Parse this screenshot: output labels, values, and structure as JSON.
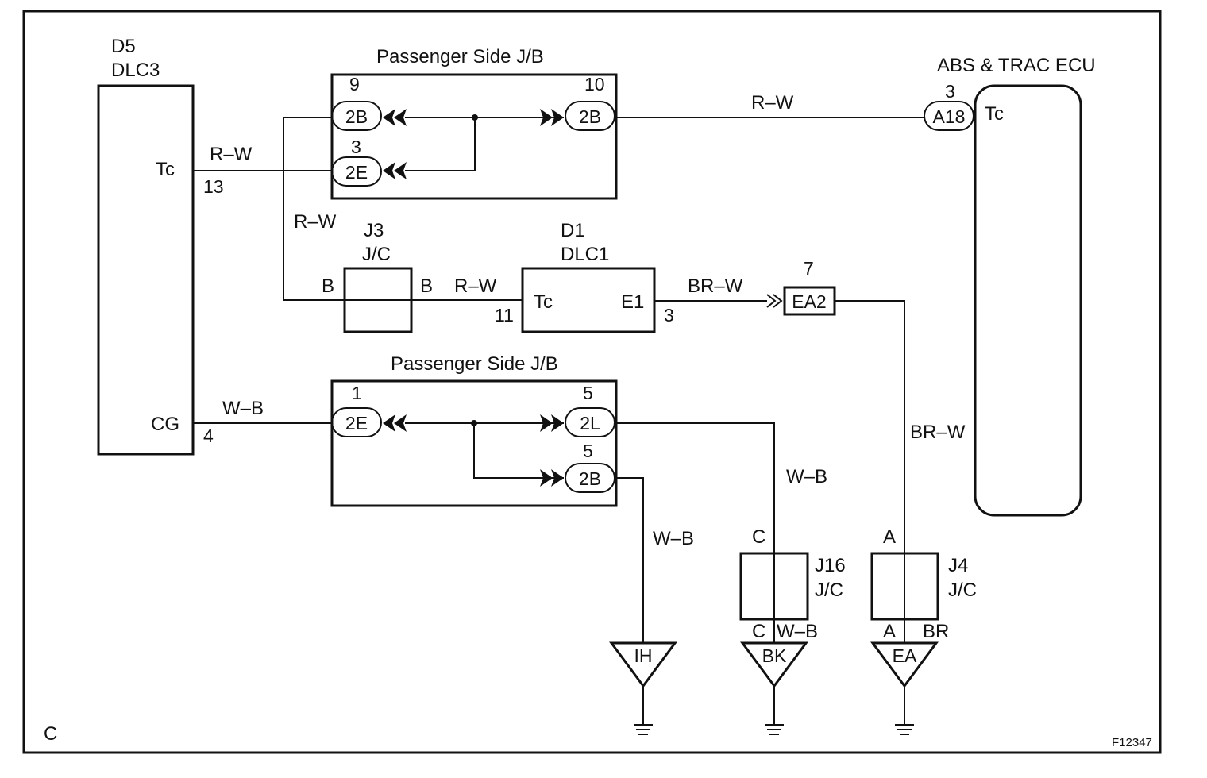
{
  "corner_letter": "C",
  "figure_code": "F12347",
  "dlc3": {
    "id": "D5",
    "name": "DLC3",
    "tc": "Tc",
    "tc_pin": "13",
    "cg": "CG",
    "cg_pin": "4"
  },
  "jb_top": {
    "title": "Passenger Side J/B",
    "p1_num": "9",
    "p1": "2B",
    "p2_num": "10",
    "p2": "2B",
    "p3_num": "3",
    "p3": "2E"
  },
  "jb_bottom": {
    "title": "Passenger Side J/B",
    "p1_num": "1",
    "p1": "2E",
    "p2_num": "5",
    "p2": "2L",
    "p3_num": "5",
    "p3": "2B"
  },
  "ecu": {
    "title": "ABS & TRAC ECU",
    "pin_num": "3",
    "connector": "A18",
    "terminal": "Tc"
  },
  "j3": {
    "id": "J3",
    "type": "J/C",
    "left": "B",
    "right": "B"
  },
  "dlc1": {
    "id": "D1",
    "name": "DLC1",
    "tc": "Tc",
    "tc_pin": "11",
    "e1": "E1",
    "e1_pin": "3"
  },
  "ea2": {
    "num": "7",
    "name": "EA2"
  },
  "j16": {
    "id": "J16",
    "type": "J/C",
    "top": "C",
    "bottom_left": "C",
    "bottom_right": "W–B"
  },
  "j4": {
    "id": "J4",
    "type": "J/C",
    "top": "A",
    "bottom_left": "A",
    "bottom_right": "BR"
  },
  "grounds": {
    "ih": "IH",
    "bk": "BK",
    "ea": "EA"
  },
  "wires": {
    "rw_top": "R–W",
    "rw_tc": "R–W",
    "rw_vertical": "R–W",
    "rw_dlc1": "R–W",
    "brw_e1": "BR–W",
    "brw_vertical": "BR–W",
    "wb_cg": "W–B",
    "wb_j16": "W–B",
    "wb_ih": "W–B"
  }
}
